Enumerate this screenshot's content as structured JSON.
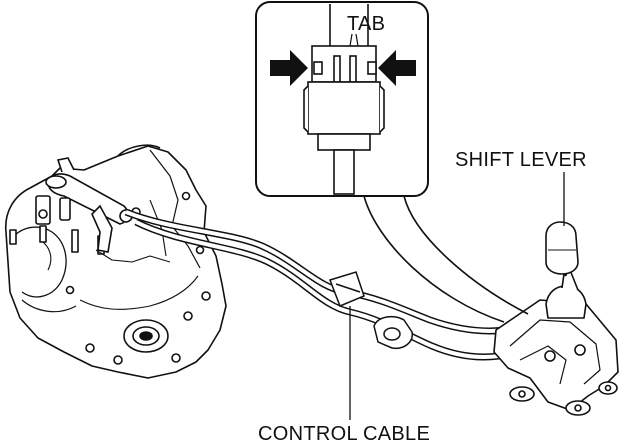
{
  "labels": {
    "tab": "TAB",
    "shift_lever": "SHIFT LEVER",
    "control_cable": "CONTROL CABLE"
  },
  "colors": {
    "line": "#111111",
    "background": "#ffffff",
    "body_fill": "#ffffff"
  },
  "icons": {
    "press_arrow_left": "arrow-right-icon",
    "press_arrow_right": "arrow-left-icon"
  }
}
